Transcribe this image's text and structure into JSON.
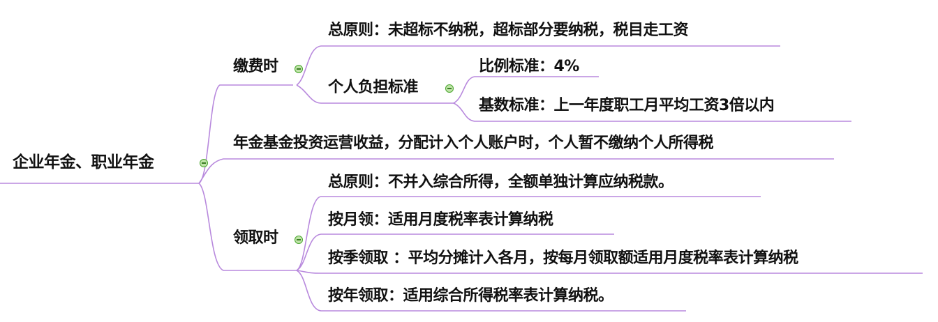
{
  "mindmap": {
    "root": {
      "label": "企业年金、职业年金"
    },
    "branches": [
      {
        "label": "缴费时",
        "children": [
          {
            "label": "总原则：未超标不纳税，超标部分要纳税，税目走工资"
          },
          {
            "label": "个人负担标准",
            "children": [
              {
                "label": "比例标准：4%"
              },
              {
                "label": "基数标准：上一年度职工月平均工资3倍以内"
              }
            ]
          }
        ]
      },
      {
        "label": "年金基金投资运营收益，分配计入个人账户时，个人暂不缴纳个人所得税"
      },
      {
        "label": "领取时",
        "children": [
          {
            "label": "总原则：不并入综合所得，全额单独计算应纳税款。"
          },
          {
            "label": "按月领：适用月度税率表计算纳税"
          },
          {
            "label": "按季领取 ：平均分摊计入各月，按每月领取额适用月度税率表计算纳税"
          },
          {
            "label": "按年领取：适用综合所得税率表计算纳税。"
          }
        ]
      }
    ],
    "colors": {
      "line": "#b889dd",
      "toggle_fill": "#bfe3a8",
      "toggle_border": "#4aa72f",
      "text": "#111111"
    }
  }
}
